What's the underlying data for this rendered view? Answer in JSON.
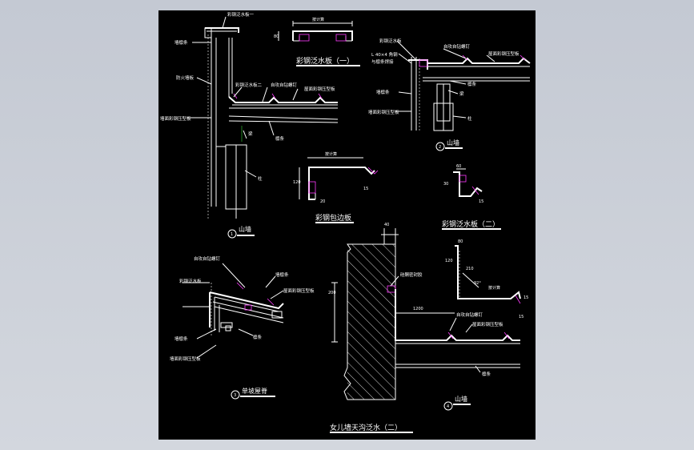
{
  "details": {
    "flashing1": {
      "title": "彩钢泛水板（一）",
      "dim_top": "按计算",
      "dim_side": "80"
    },
    "wall1": {
      "title": "山墙",
      "number": "1",
      "labels": {
        "flashing": "彩钢泛水板一",
        "purlin_left": "墙檩条",
        "fire_board": "防火墙板",
        "wall_sheet": "墙面彩钢压型板",
        "flashing2": "彩钢泛水板二",
        "roof_sheet": "屋面彩钢压型板",
        "self_tap": "自攻自钻螺钉",
        "purlin": "檩条",
        "beam": "梁",
        "column": "柱"
      }
    },
    "wall2": {
      "title": "山墙",
      "number": "2",
      "labels": {
        "flashing": "彩钢泛水板",
        "angle": "L 40×4 角钢",
        "fixing": "与檩条焊接",
        "purlin_left": "墙檩条",
        "wall_sheet": "墙面彩钢压型板",
        "self_tap": "自攻自钻螺钉",
        "roof_sheet": "屋面彩钢压型板",
        "purlin": "檩条",
        "beam": "梁",
        "column": "柱"
      }
    },
    "edge": {
      "title": "彩钢包边板",
      "dim_top": "按计算",
      "dim_side": "120",
      "dim_a": "15",
      "dim_b": "20"
    },
    "flashing2": {
      "title": "彩钢泛水板（二）",
      "dim_a": "60",
      "dim_b": "30",
      "dim_c": "15"
    },
    "ridge": {
      "title": "单坡屋脊",
      "number": "3",
      "labels": {
        "self_tap": "自攻自钻螺钉",
        "flashing": "彩钢泛水板",
        "purlin_top": "墙檩条",
        "roof_sheet": "屋面彩钢压型板",
        "purlin_left": "墙檩条",
        "purlin": "檩条",
        "wall_sheet": "墙面彩钢压型板"
      }
    },
    "parapet": {
      "title": "女儿墙天沟泛水（二）",
      "labels": {
        "sealant": "硅酮密封胶",
        "dim_40": "40",
        "dim_200": "200",
        "dim_1200": "1200",
        "purlin": "檩条"
      }
    },
    "wall4": {
      "title": "山墙",
      "number": "4",
      "labels": {
        "dim_80": "80",
        "dim_120": "120",
        "dim_210": "210",
        "dim_92": "92°",
        "by_calc": "按计算",
        "self_tap": "自攻自钻螺钉",
        "roof_sheet": "屋面彩钢压型板",
        "dim_15a": "15",
        "dim_15b": "15"
      }
    }
  }
}
